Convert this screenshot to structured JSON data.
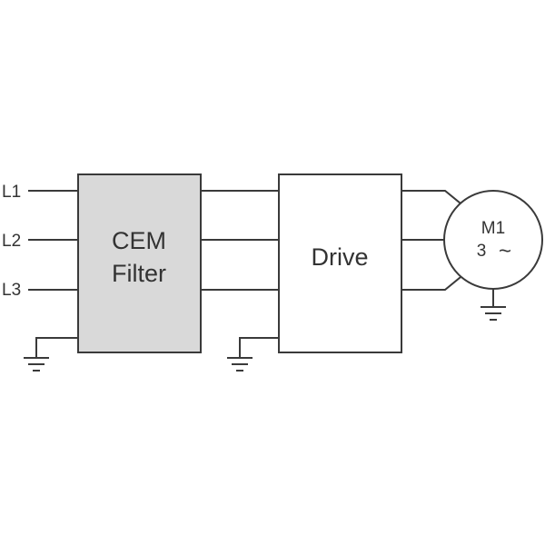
{
  "lines": {
    "l1": "L1",
    "l2": "L2",
    "l3": "L3"
  },
  "filter": {
    "line1": "CEM",
    "line2": "Filter",
    "fill_color": "#d9d9d9"
  },
  "drive": {
    "label": "Drive",
    "fill_color": "#ffffff"
  },
  "motor": {
    "name": "M1",
    "phase": "3",
    "ac_symbol": "~"
  },
  "colors": {
    "line": "#3a3a3a",
    "text": "#333333"
  }
}
